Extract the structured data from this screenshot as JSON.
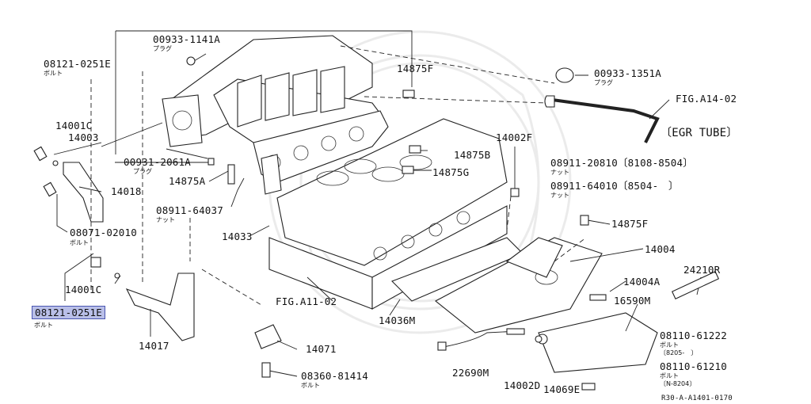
{
  "labels": {
    "p_00933_1141A": "00933-1141A",
    "p_00933_1141A_sub": "プラグ",
    "p_08121_0251E_top": "08121-0251E",
    "p_08121_0251E_top_sub": "ボルト",
    "p_14001C_top": "14001C",
    "p_14003": "14003",
    "p_00931_2061A": "00931-2061A",
    "p_00931_2061A_sub": "プラグ",
    "p_14875A": "14875A",
    "p_08911_64037": "08911-64037",
    "p_08911_64037_sub": "ナット",
    "p_14018": "14018",
    "p_08071_02010": "08071-02010",
    "p_08071_02010_sub": "ボルト",
    "p_14001C_bottom": "14001C",
    "p_08121_0251E_sel": "08121-0251E",
    "p_08121_0251E_sel_sub": "ボルト",
    "p_14017": "14017",
    "p_14033": "14033",
    "p_FIG_A11_02": "FIG.A11-02",
    "p_14036M": "14036M",
    "p_14071": "14071",
    "p_08360_81414": "08360-81414",
    "p_08360_81414_sub": "ボルト",
    "p_14875F_top": "14875F",
    "p_14875B": "14875B",
    "p_14875G": "14875G",
    "p_14002F": "14002F",
    "p_00933_1351A": "00933-1351A",
    "p_00933_1351A_sub": "プラグ",
    "p_FIG_A14_02": "FIG.A14-02",
    "p_EGR_TUBE": "〔EGR TUBE〕",
    "p_08911_20810": "08911-20810〔8108-8504〕",
    "p_08911_20810_sub": "ナット",
    "p_08911_64010": "08911-64010〔8504-　〕",
    "p_08911_64010_sub": "ナット",
    "p_14875F_right": "14875F",
    "p_14004": "14004",
    "p_14004A": "14004A",
    "p_24210R": "24210R",
    "p_16590M": "16590M",
    "p_08110_61222": "08110-61222",
    "p_08110_61222_sub": "ボルト",
    "p_08110_61222_range": "〔8205-　〕",
    "p_08110_61210": "08110-61210",
    "p_08110_61210_sub": "ボルト",
    "p_08110_61210_range": "〔N-8204〕",
    "p_22690M": "22690M",
    "p_14002D": "14002D",
    "p_14069E": "14069E",
    "p_ref": "R30-A-A1401-0170"
  },
  "colors": {
    "highlight_fill": "#b9bfe8",
    "highlight_border": "#4a55b0",
    "line": "#222222"
  }
}
